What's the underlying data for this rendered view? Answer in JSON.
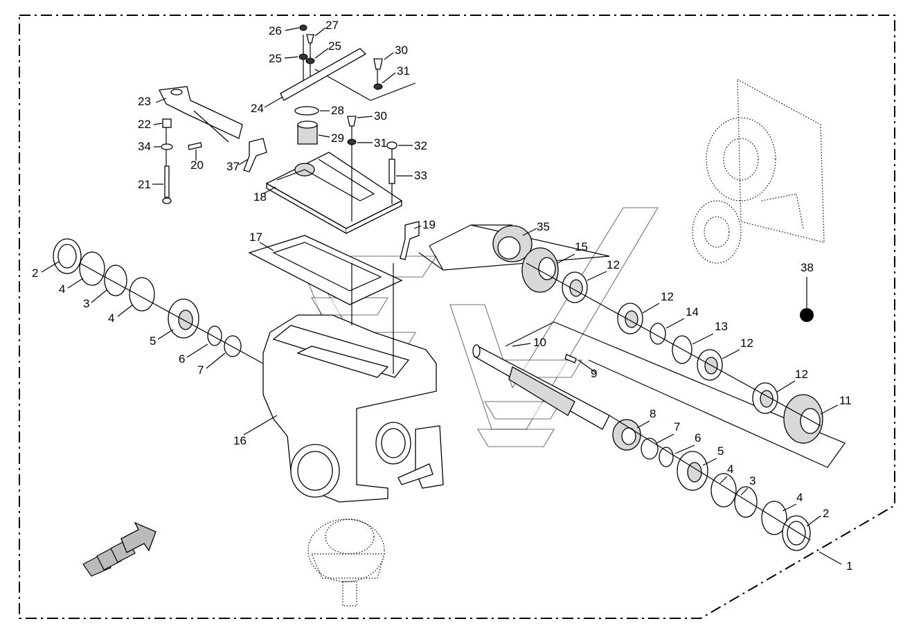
{
  "callouts": [
    {
      "id": "c1",
      "label": "1"
    },
    {
      "id": "c2a",
      "label": "2"
    },
    {
      "id": "c2b",
      "label": "2"
    },
    {
      "id": "c3a",
      "label": "3"
    },
    {
      "id": "c3b",
      "label": "3"
    },
    {
      "id": "c4a",
      "label": "4"
    },
    {
      "id": "c4b",
      "label": "4"
    },
    {
      "id": "c4c",
      "label": "4"
    },
    {
      "id": "c4d",
      "label": "4"
    },
    {
      "id": "c5a",
      "label": "5"
    },
    {
      "id": "c5b",
      "label": "5"
    },
    {
      "id": "c6a",
      "label": "6"
    },
    {
      "id": "c6b",
      "label": "6"
    },
    {
      "id": "c7a",
      "label": "7"
    },
    {
      "id": "c7b",
      "label": "7"
    },
    {
      "id": "c8",
      "label": "8"
    },
    {
      "id": "c9",
      "label": "9"
    },
    {
      "id": "c10",
      "label": "10"
    },
    {
      "id": "c11",
      "label": "11"
    },
    {
      "id": "c12a",
      "label": "12"
    },
    {
      "id": "c12b",
      "label": "12"
    },
    {
      "id": "c12c",
      "label": "12"
    },
    {
      "id": "c12d",
      "label": "12"
    },
    {
      "id": "c13",
      "label": "13"
    },
    {
      "id": "c14",
      "label": "14"
    },
    {
      "id": "c15",
      "label": "15"
    },
    {
      "id": "c16",
      "label": "16"
    },
    {
      "id": "c17",
      "label": "17"
    },
    {
      "id": "c18",
      "label": "18"
    },
    {
      "id": "c19",
      "label": "19"
    },
    {
      "id": "c20",
      "label": "20"
    },
    {
      "id": "c21",
      "label": "21"
    },
    {
      "id": "c22",
      "label": "22"
    },
    {
      "id": "c23",
      "label": "23"
    },
    {
      "id": "c24",
      "label": "24"
    },
    {
      "id": "c25a",
      "label": "25"
    },
    {
      "id": "c25b",
      "label": "25"
    },
    {
      "id": "c26",
      "label": "26"
    },
    {
      "id": "c27",
      "label": "27"
    },
    {
      "id": "c28",
      "label": "28"
    },
    {
      "id": "c29",
      "label": "29"
    },
    {
      "id": "c30a",
      "label": "30"
    },
    {
      "id": "c30b",
      "label": "30"
    },
    {
      "id": "c31a",
      "label": "31"
    },
    {
      "id": "c31b",
      "label": "31"
    },
    {
      "id": "c32",
      "label": "32"
    },
    {
      "id": "c33",
      "label": "33"
    },
    {
      "id": "c34",
      "label": "34"
    },
    {
      "id": "c35",
      "label": "35"
    },
    {
      "id": "c37",
      "label": "37"
    },
    {
      "id": "c38",
      "label": "38"
    }
  ],
  "colors": {
    "ink": "#000000",
    "background": "#ffffff",
    "shade": "#d8d8d8"
  },
  "icons": {
    "direction_arrow": "arrow-up-right-icon",
    "marker": "filled-dot-icon"
  }
}
